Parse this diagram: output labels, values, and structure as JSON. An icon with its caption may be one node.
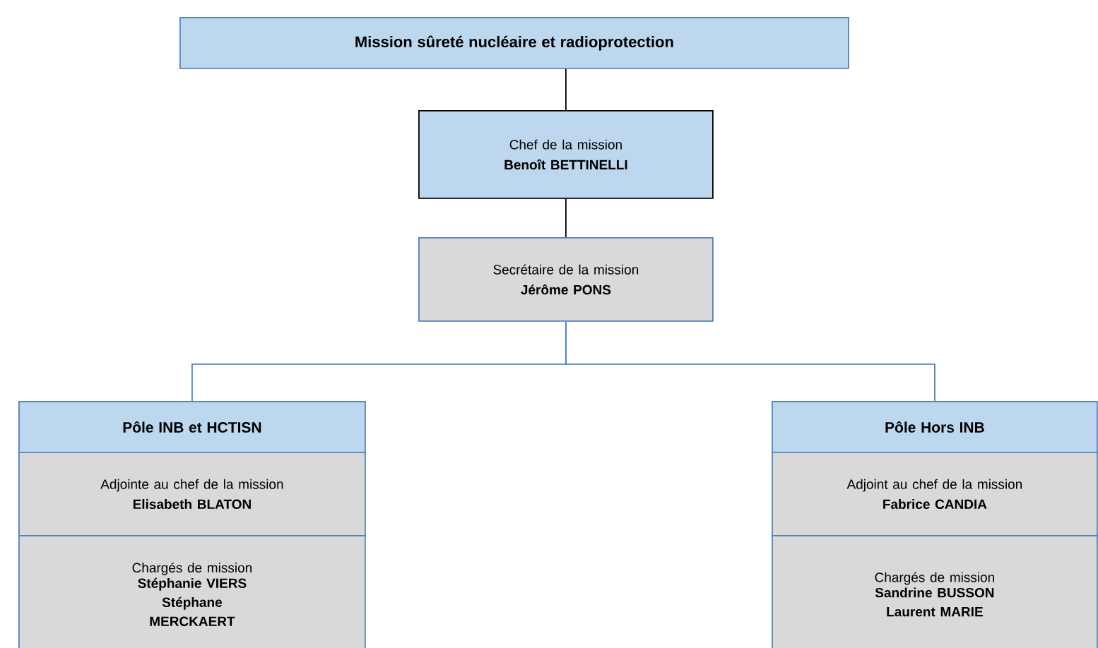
{
  "diagram": {
    "nodes": [
      {
        "text": [
          "Mission sûreté nucléaire et radioprotection"
        ]
      },
      {
        "text": [
          "Chef de la mission",
          "Benoît BETTINELLI"
        ]
      },
      {
        "text": [
          "Secrétaire de la mission",
          "Jérôme PONS"
        ]
      },
      {
        "text": [
          "Pôle INB et HCTISN"
        ]
      },
      {
        "text": [
          "Adjointe au chef de la mission",
          "Elisabeth BLATON"
        ]
      },
      {
        "text": [
          "Chargés de mission",
          "Stéphanie VIERS Stéphane MERCKAERT"
        ]
      },
      {
        "text": [
          "Pôle Hors INB"
        ]
      },
      {
        "text": [
          "Adjoint au chef de la mission",
          "Fabrice CANDIA"
        ]
      },
      {
        "text": [
          "Chargés de mission",
          "Sandrine BUSSON Laurent MARIE"
        ]
      }
    ],
    "edges": [
      {
        "from": 0,
        "to": 1,
        "arrow": "none"
      },
      {
        "from": 1,
        "to": 2,
        "arrow": "none"
      },
      {
        "from": 2,
        "to": 3,
        "arrow": "none",
        "color": "#4f81bd"
      },
      {
        "from": 2,
        "to": 6,
        "arrow": "none",
        "color": "#4f81bd"
      }
    ]
  }
}
